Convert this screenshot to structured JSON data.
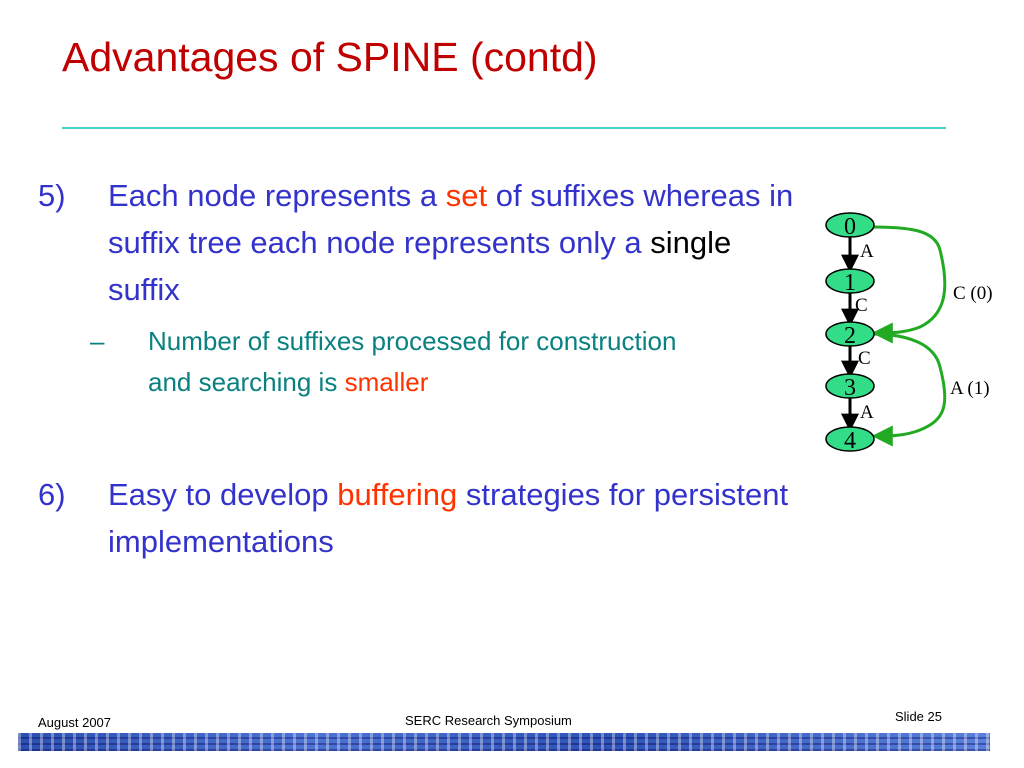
{
  "slide": {
    "title": "Advantages of SPINE (contd)"
  },
  "items": [
    {
      "number": "5)",
      "parts": [
        "Each node represents a ",
        "set",
        " of suffixes whereas in suffix tree each node represents only a ",
        "single",
        " suffix"
      ]
    },
    {
      "number": "6)",
      "parts": [
        "Easy to develop ",
        "buffering",
        " strategies for persistent implementations"
      ]
    }
  ],
  "subitem": {
    "dash": "–",
    "parts": [
      "Number of suffixes processed for construction and searching is ",
      "smaller"
    ]
  },
  "diagram": {
    "nodes": [
      "0",
      "1",
      "2",
      "3",
      "4"
    ],
    "edge_labels": [
      "A",
      "C",
      "C",
      "A"
    ],
    "link_labels": [
      "C (0)",
      "A (1)"
    ],
    "colors": {
      "node_fill": "#33dd88",
      "link": "#22aa22",
      "edge": "#000000"
    }
  },
  "footer": {
    "date": "August 2007",
    "event": "SERC Research Symposium",
    "slide_number": "Slide 25"
  }
}
